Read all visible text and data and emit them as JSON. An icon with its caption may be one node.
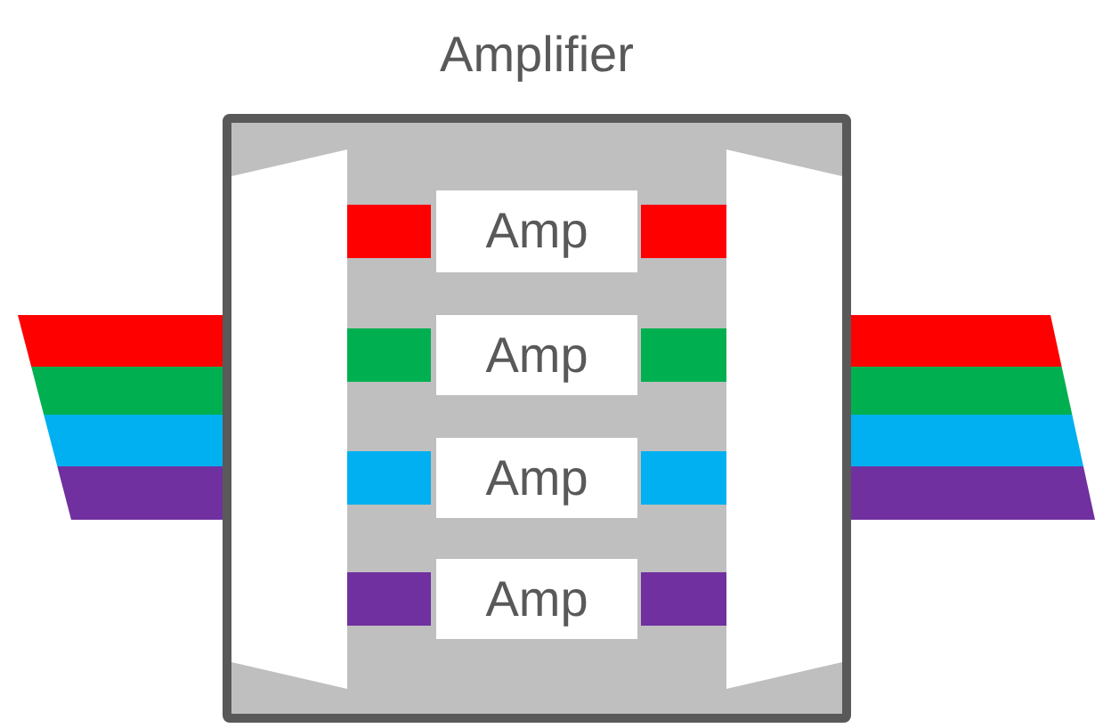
{
  "diagram": {
    "nodes": [
      {
        "text": [
          "Amplifier"
        ]
      },
      {
        "text": [],
        "shape": "trapezoid",
        "in": 0
      },
      {
        "text": [
          "Amp"
        ],
        "in": 0
      },
      {
        "text": [
          "Amp"
        ],
        "in": 0
      },
      {
        "text": [
          "Amp"
        ],
        "in": 0
      },
      {
        "text": [
          "Amp"
        ],
        "in": 0
      },
      {
        "text": [],
        "shape": "trapezoid",
        "in": 0
      }
    ],
    "edges": [
      {
        "from": 1,
        "to": 2,
        "arrow": "none",
        "color": "#ff0000"
      },
      {
        "from": 1,
        "to": 3,
        "arrow": "none",
        "color": "#00b050"
      },
      {
        "from": 1,
        "to": 4,
        "arrow": "none",
        "color": "#00b0f0"
      },
      {
        "from": 1,
        "to": 5,
        "arrow": "none",
        "color": "#7030a0"
      },
      {
        "from": 2,
        "to": 6,
        "arrow": "none",
        "color": "#ff0000"
      },
      {
        "from": 3,
        "to": 6,
        "arrow": "none",
        "color": "#00b050"
      },
      {
        "from": 4,
        "to": 6,
        "arrow": "none",
        "color": "#00b0f0"
      },
      {
        "from": 5,
        "to": 6,
        "arrow": "none",
        "color": "#7030a0"
      }
    ]
  }
}
